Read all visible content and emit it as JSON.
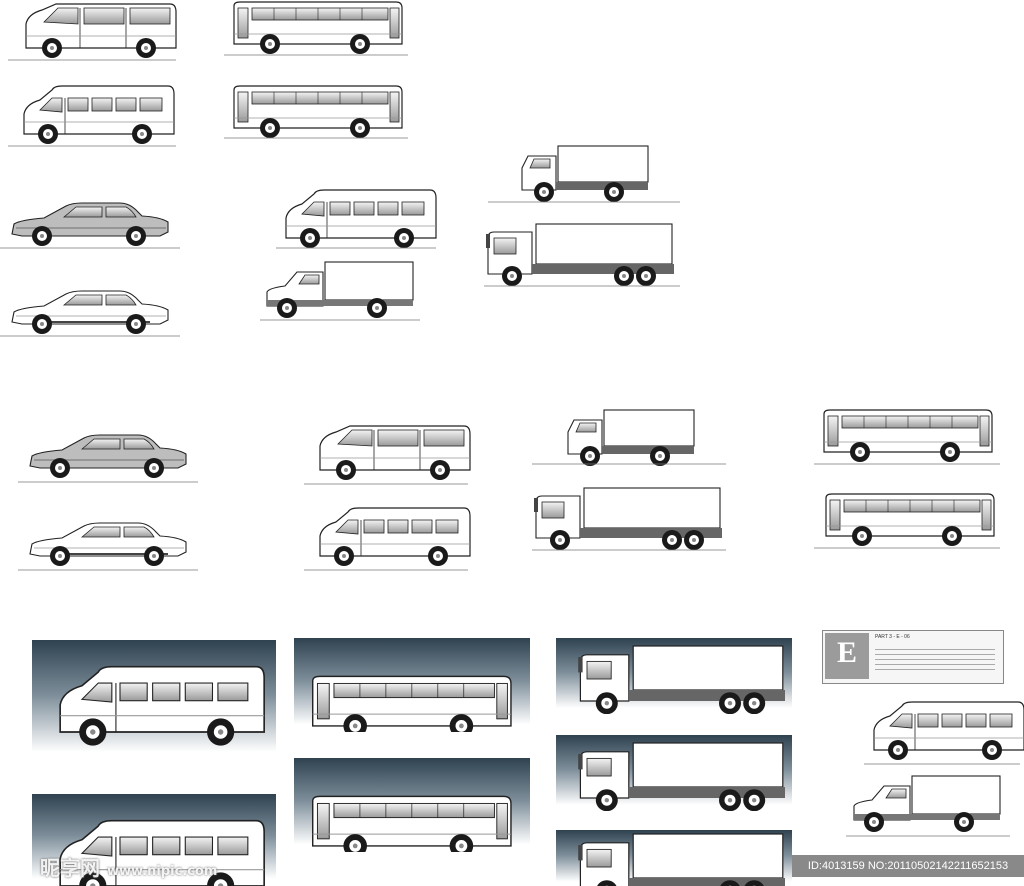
{
  "watermark": {
    "site": "昵享网",
    "url": "www.nipic.com"
  },
  "image_id": "ID:4013159 NO:20110502142211652153",
  "spec_card": {
    "letter": "E",
    "code": "PART 3 - E - 06"
  },
  "colors": {
    "outline": "#222222",
    "body_light": "#ffffff",
    "body_gray": "#bdbdbd",
    "chassis": "#666666",
    "window": "#cfcfcf",
    "panel_top": "#2f4250"
  }
}
